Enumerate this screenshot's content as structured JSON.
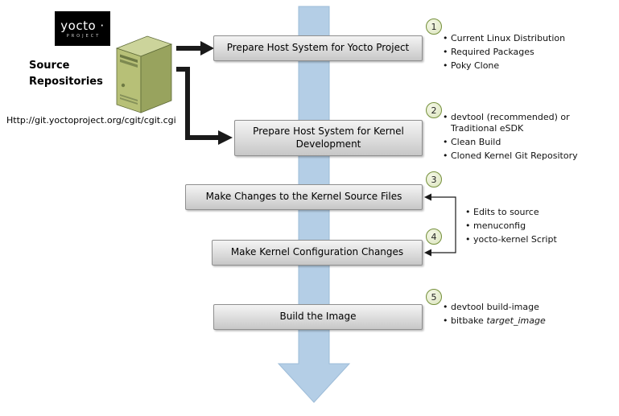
{
  "logo": {
    "name": "yocto ·",
    "tagline": "PROJECT"
  },
  "source": {
    "label": "Source Repositories",
    "url": "Http://git.yoctoproject.org/cgit/cgit.cgi"
  },
  "steps": [
    {
      "number": "1",
      "label": "Prepare Host System for Yocto Project",
      "bullets": [
        "Current Linux Distribution",
        "Required Packages",
        "Poky Clone"
      ]
    },
    {
      "number": "2",
      "label": "Prepare Host System for Kernel Development",
      "bullets": [
        "devtool (recommended) or Traditional eSDK",
        "Clean Build",
        "Cloned Kernel Git Repository"
      ]
    },
    {
      "number": "3",
      "label": "Make Changes to the Kernel Source Files"
    },
    {
      "number": "4",
      "label": "Make Kernel Configuration Changes"
    },
    {
      "number": "5",
      "label": "Build the Image"
    }
  ],
  "steps_3_4_shared_bullets": [
    "Edits to source",
    "menuconfig",
    "yocto-kernel Script"
  ],
  "step5_bullets": {
    "line1": "devtool build-image",
    "line2_text": "bitbake ",
    "line2_italic": "target_image"
  },
  "colors": {
    "flow_arrow_blue": "#b4cee6",
    "badge_green_border": "#75903c",
    "box_gray": "#dcdcdc",
    "server_olive": "#b7c077"
  }
}
